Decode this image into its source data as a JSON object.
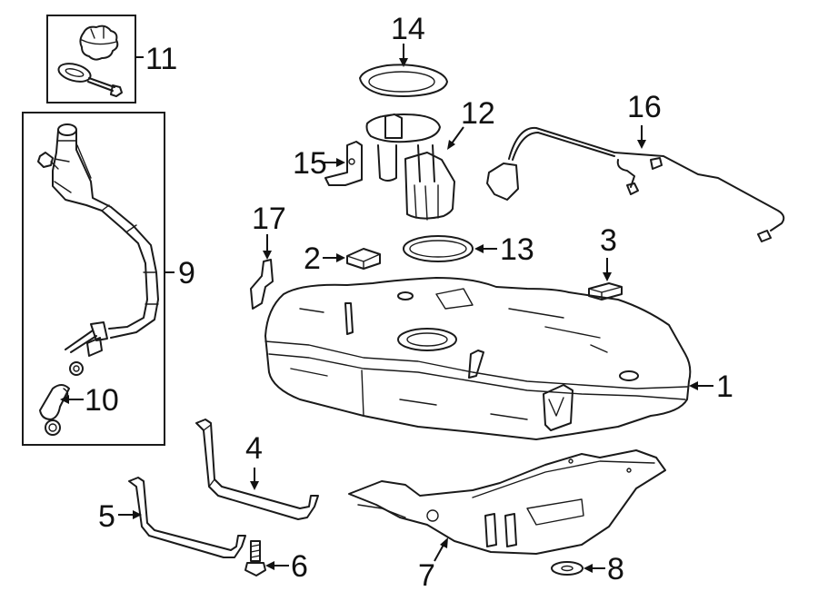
{
  "diagram": {
    "title": "Fuel tank & components exploded parts diagram",
    "line_color": "#1a1a1a",
    "background": "#ffffff",
    "callouts": [
      {
        "id": "1",
        "label": "1",
        "part": "fuel-tank"
      },
      {
        "id": "2",
        "label": "2",
        "part": "insulator-pad"
      },
      {
        "id": "3",
        "label": "3",
        "part": "insulator-block"
      },
      {
        "id": "4",
        "label": "4",
        "part": "tank-strap-rear"
      },
      {
        "id": "5",
        "label": "5",
        "part": "tank-strap-front"
      },
      {
        "id": "6",
        "label": "6",
        "part": "strap-bolt"
      },
      {
        "id": "7",
        "label": "7",
        "part": "heat-shield"
      },
      {
        "id": "8",
        "label": "8",
        "part": "washer"
      },
      {
        "id": "9",
        "label": "9",
        "part": "filler-pipe"
      },
      {
        "id": "10",
        "label": "10",
        "part": "filler-hose"
      },
      {
        "id": "11",
        "label": "11",
        "part": "fuel-cap-and-tether"
      },
      {
        "id": "12",
        "label": "12",
        "part": "fuel-pump-module"
      },
      {
        "id": "13",
        "label": "13",
        "part": "pump-seal-ring"
      },
      {
        "id": "14",
        "label": "14",
        "part": "lock-ring"
      },
      {
        "id": "15",
        "label": "15",
        "part": "bracket"
      },
      {
        "id": "16",
        "label": "16",
        "part": "wiring-harness"
      },
      {
        "id": "17",
        "label": "17",
        "part": "clip"
      }
    ]
  }
}
